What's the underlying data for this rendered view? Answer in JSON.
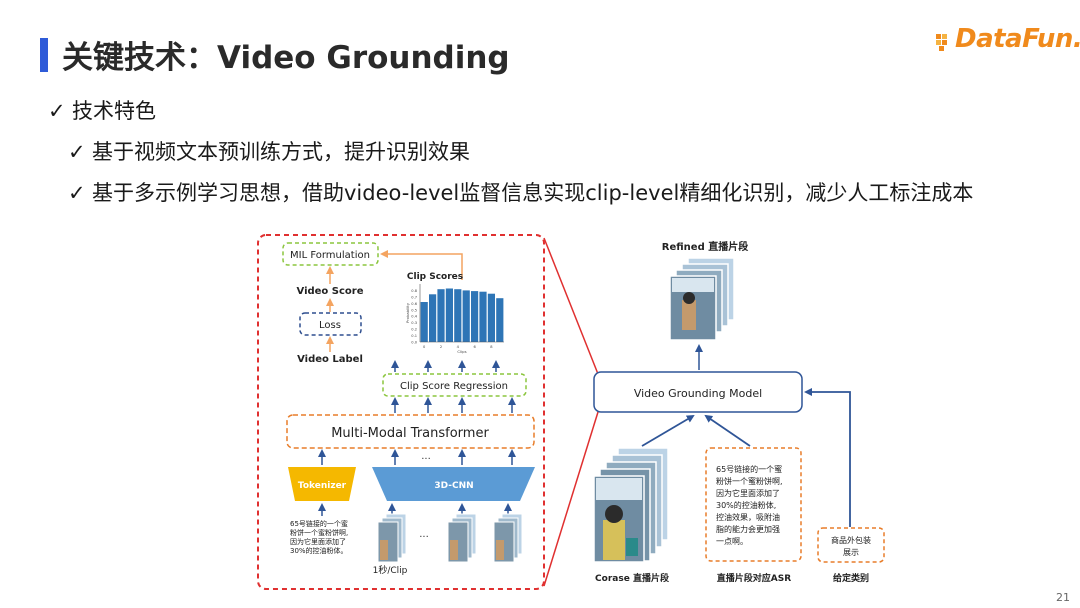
{
  "header": {
    "title": "关键技术：Video Grounding",
    "logo_text": "DataFun.",
    "page_number": "21",
    "accent_color": "#2f5bd8",
    "logo_color": "#f08a1c"
  },
  "bullets": [
    {
      "icon": "check-icon",
      "text": "技术特色"
    },
    {
      "icon": "check-icon",
      "text": "基于视频文本预训练方式，提升识别效果"
    },
    {
      "icon": "check-icon",
      "text": "基于多示例学习思想，借助video-level监督信息实现clip-level精细化识别，减少人工标注成本"
    }
  ],
  "diagram": {
    "mil_formulation": "MIL Formulation",
    "video_score": "Video Score",
    "loss": "Loss",
    "video_label": "Video Label",
    "clip_scores": "Clip Scores",
    "clip_score_regression": "Clip Score Regression",
    "multimodal_transformer": "Multi-Modal Transformer",
    "tokenizer": "Tokenizer",
    "cnn3d": "3D-CNN",
    "dots_top": "···",
    "dots_mid": "···",
    "asr_small": [
      "65号链接的一个蜜",
      "粉饼一个蜜粉饼啊,",
      "因为它里面添加了",
      "30%的控油粉体。"
    ],
    "clip_caption": "1秒/Clip",
    "refined_label": "Refined 直播片段",
    "video_grounding_model": "Video Grounding Model",
    "asr_large": [
      "65号链接的一个蜜",
      "粉饼一个蜜粉饼啊,",
      "因为它里面添加了",
      "30%的控油粉体,",
      "控油效果，吸附油",
      "脂的能力会更加强",
      "一点啊。"
    ],
    "category_box": [
      "商品外包装",
      "展示"
    ],
    "coarse_label": "Corase 直播片段",
    "asr_label": "直播片段对应ASR",
    "category_label": "给定类别",
    "colors": {
      "red_dashed": "#e03030",
      "green_dashed": "#8cc63f",
      "blue_dashed": "#2f4f8f",
      "orange_dashed": "#e87d2a",
      "tokenizer_fill": "#f5b800",
      "cnn_fill": "#5b9bd5",
      "bar_fill": "#2e75b6",
      "arrow_blue": "#2f5597",
      "arrow_orange": "#f4a460"
    }
  },
  "chart_data": {
    "type": "bar",
    "title": "Clip Scores",
    "xlabel": "Clips",
    "ylabel": "Probability",
    "values": [
      0.62,
      0.74,
      0.82,
      0.83,
      0.82,
      0.8,
      0.79,
      0.78,
      0.75,
      0.68
    ],
    "ylim": [
      0,
      0.9
    ],
    "yticks": [
      "0.0",
      "0.1",
      "0.2",
      "0.3",
      "0.4",
      "0.5",
      "0.6",
      "0.7",
      "0.8"
    ],
    "xticks": [
      "0",
      "2",
      "4",
      "6",
      "8"
    ]
  }
}
